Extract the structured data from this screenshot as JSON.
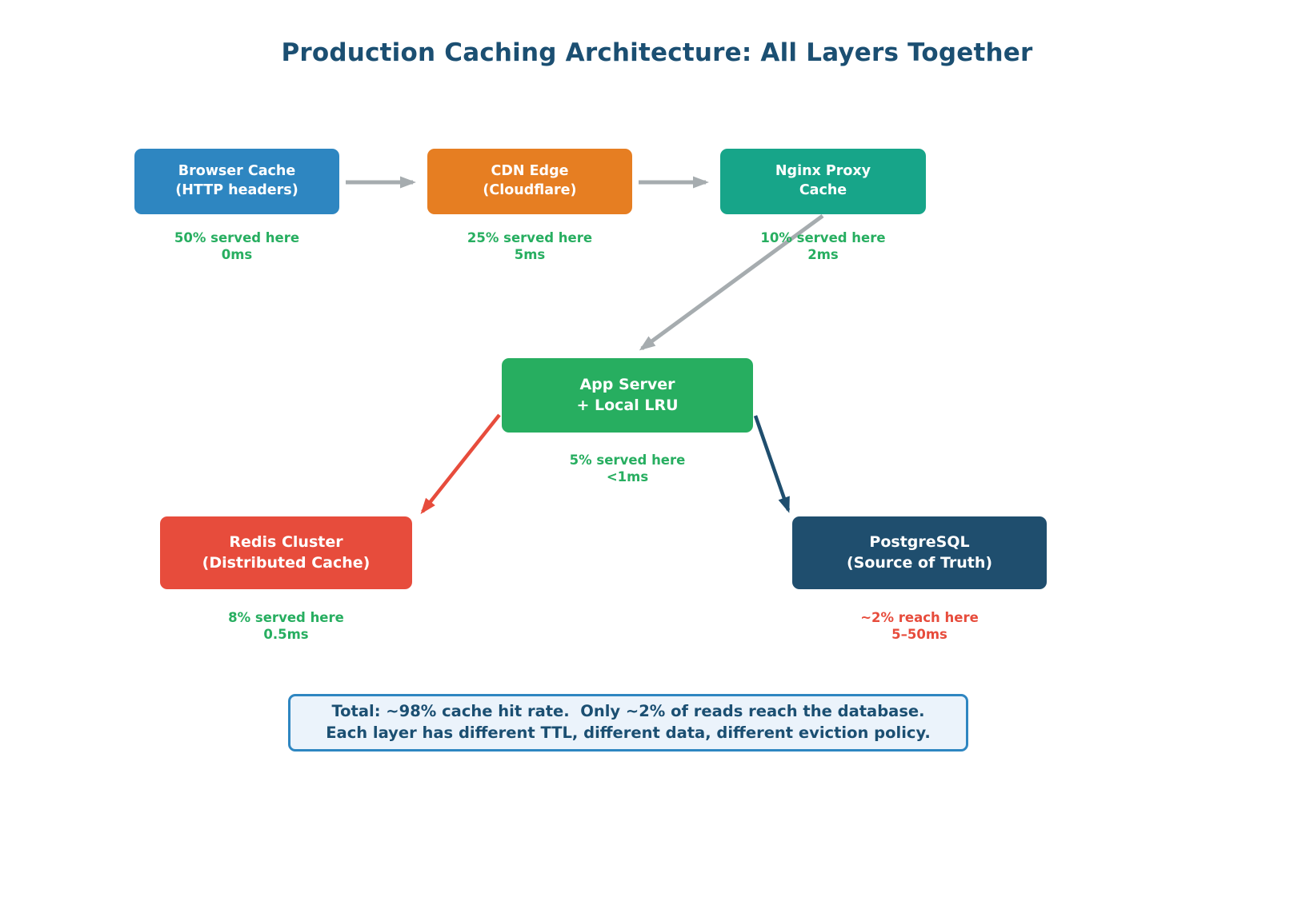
{
  "title": "Production Caching Architecture: All Layers Together",
  "colors": {
    "title": "#1B4F72",
    "arrow_gray": "#A6ACAF",
    "arrow_red": "#E74C3C",
    "arrow_navy": "#1F4E6E",
    "summary_text": "#1B4F72",
    "summary_border": "#2E86C1",
    "summary_bg": "#EBF3FB",
    "stat_green": "#27AE60",
    "stat_red": "#E74C3C"
  },
  "nodes": {
    "browser": {
      "line1": "Browser Cache",
      "line2": "(HTTP headers)",
      "color": "#2E86C1",
      "stat1": "50% served here",
      "stat2": "0ms",
      "stat_color": "#27AE60"
    },
    "cdn": {
      "line1": "CDN Edge",
      "line2": "(Cloudflare)",
      "color": "#E67E22",
      "stat1": "25% served here",
      "stat2": "5ms",
      "stat_color": "#27AE60"
    },
    "nginx": {
      "line1": "Nginx Proxy",
      "line2": "Cache",
      "color": "#17A589",
      "stat1": "10% served here",
      "stat2": "2ms",
      "stat_color": "#27AE60"
    },
    "app": {
      "line1": "App Server",
      "line2": "+ Local LRU",
      "color": "#27AE60",
      "stat1": "5% served here",
      "stat2": "<1ms",
      "stat_color": "#27AE60"
    },
    "redis": {
      "line1": "Redis Cluster",
      "line2": "(Distributed Cache)",
      "color": "#E74C3C",
      "stat1": "8% served here",
      "stat2": "0.5ms",
      "stat_color": "#27AE60"
    },
    "postgres": {
      "line1": "PostgreSQL",
      "line2": "(Source of Truth)",
      "color": "#1F4E6E",
      "stat1": "~2% reach here",
      "stat2": "5–50ms",
      "stat_color": "#E74C3C"
    }
  },
  "edges": [
    {
      "name": "browser-to-cdn",
      "color": "#A6ACAF"
    },
    {
      "name": "cdn-to-nginx",
      "color": "#A6ACAF"
    },
    {
      "name": "nginx-to-app",
      "color": "#A6ACAF"
    },
    {
      "name": "app-to-redis",
      "color": "#E74C3C"
    },
    {
      "name": "app-to-postgres",
      "color": "#1F4E6E"
    }
  ],
  "summary": {
    "line1": "Total: ~98% cache hit rate.  Only ~2% of reads reach the database.",
    "line2": "Each layer has different TTL, different data, different eviction policy."
  }
}
